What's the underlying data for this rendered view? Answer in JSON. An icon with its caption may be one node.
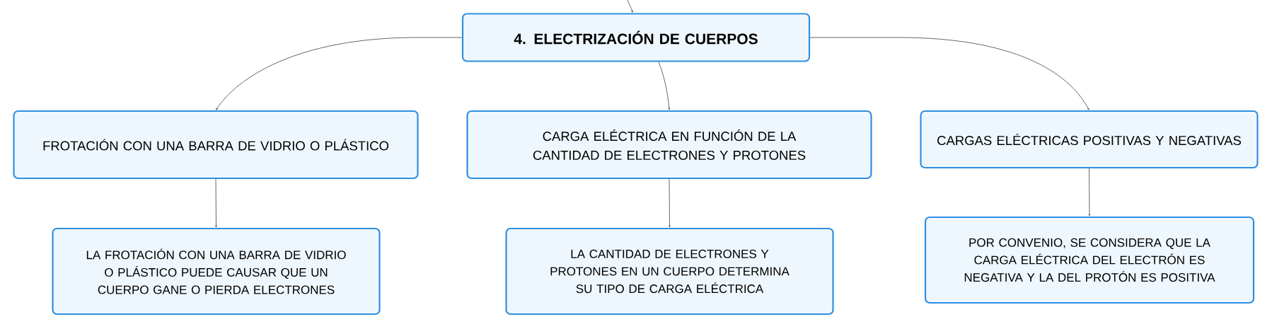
{
  "diagram": {
    "nodes": [
      {
        "text": [
          "4. ELECTRIZACIÓN DE CUERPOS"
        ]
      },
      {
        "text": [
          "FROTACIÓN CON UNA BARRA DE VIDRIO O PLÁSTICO"
        ]
      },
      {
        "text": [
          "CARGA ELÉCTRICA EN FUNCIÓN DE LA CANTIDAD DE ELECTRONES Y PROTONES"
        ]
      },
      {
        "text": [
          "CARGAS ELÉCTRICAS POSITIVAS Y NEGATIVAS"
        ]
      },
      {
        "text": [
          "LA FROTACIÓN CON UNA BARRA DE VIDRIO O PLÁSTICO PUEDE CAUSAR QUE UN CUERPO GANE O PIERDA ELECTRONES"
        ]
      },
      {
        "text": [
          "LA CANTIDAD DE ELECTRONES Y PROTONES EN UN CUERPO DETERMINA SU TIPO DE CARGA ELÉCTRICA"
        ]
      },
      {
        "text": [
          "POR CONVENIO, SE CONSIDERA QUE LA CARGA ELÉCTRICA DEL ELECTRÓN ES NEGATIVA Y LA DEL PROTÓN ES POSITIVA"
        ]
      }
    ],
    "edges": [
      {
        "from": null,
        "to": 0,
        "arrow": "to"
      },
      {
        "from": 0,
        "to": 1,
        "arrow": "to"
      },
      {
        "from": 0,
        "to": 2,
        "arrow": "to"
      },
      {
        "from": 0,
        "to": 3,
        "arrow": "to"
      },
      {
        "from": 1,
        "to": 4,
        "arrow": "to"
      },
      {
        "from": 2,
        "to": 5,
        "arrow": "to"
      },
      {
        "from": 3,
        "to": 6,
        "arrow": "to"
      }
    ]
  }
}
